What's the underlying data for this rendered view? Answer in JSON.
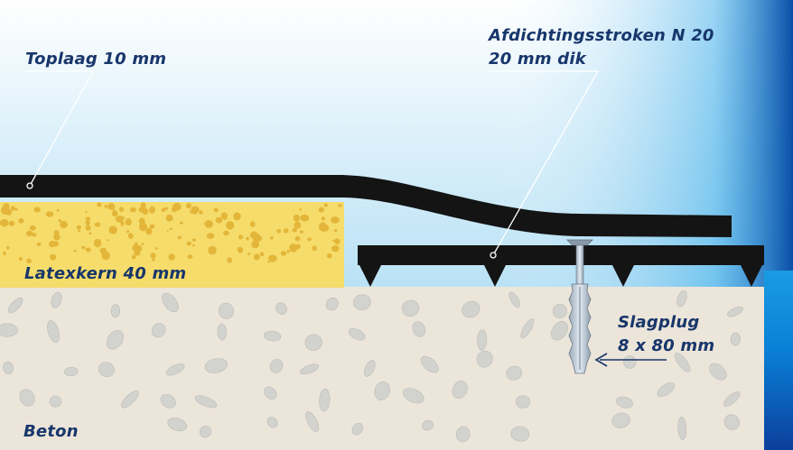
{
  "colors": {
    "sky_top": "#ffffff",
    "sky_mid": "#b8e0f4",
    "sky_right_edge": "#0a4fa8",
    "topcoat": "#141414",
    "latex_core": "#f6dc6a",
    "latex_pores": "#e3b63a",
    "concrete": "#ece5d9",
    "stones": "#d2d2cf",
    "label_text": "#17366b",
    "leader_line": "#ffffff",
    "plug": "#b9c6d2"
  },
  "labels": {
    "toplaag": "Toplaag 10 mm",
    "afdichting_line1": "Afdichtingsstroken N 20",
    "afdichting_line2": "20 mm dik",
    "latexkern": "Latexkern 40 mm",
    "slagplug_line1": "Slagplug",
    "slagplug_line2": "8 x 80 mm",
    "beton": "Beton"
  },
  "icons": {
    "plug": "hammer-plug-icon",
    "arrow": "arrow-left-icon"
  }
}
